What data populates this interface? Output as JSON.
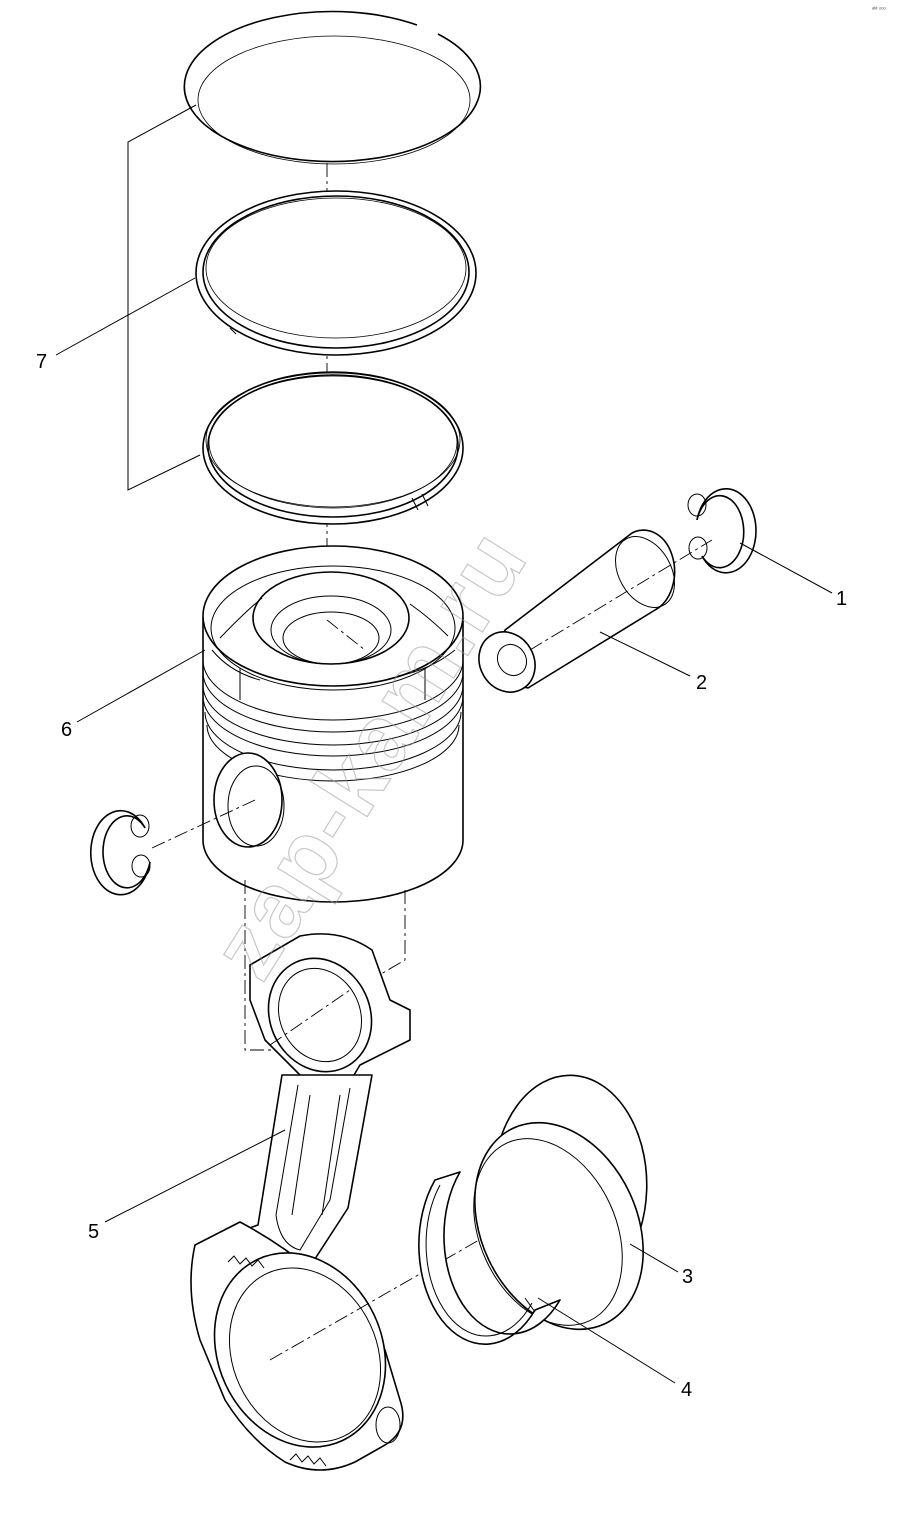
{
  "diagram": {
    "corner_mark": "ᵃᴹ ᵒᵒᵒ",
    "watermark": "zap-kam.ru",
    "callouts": [
      {
        "id": "1",
        "label": "1"
      },
      {
        "id": "2",
        "label": "2"
      },
      {
        "id": "3",
        "label": "3"
      },
      {
        "id": "4",
        "label": "4"
      },
      {
        "id": "5",
        "label": "5"
      },
      {
        "id": "6",
        "label": "6"
      },
      {
        "id": "7",
        "label": "7"
      }
    ]
  }
}
